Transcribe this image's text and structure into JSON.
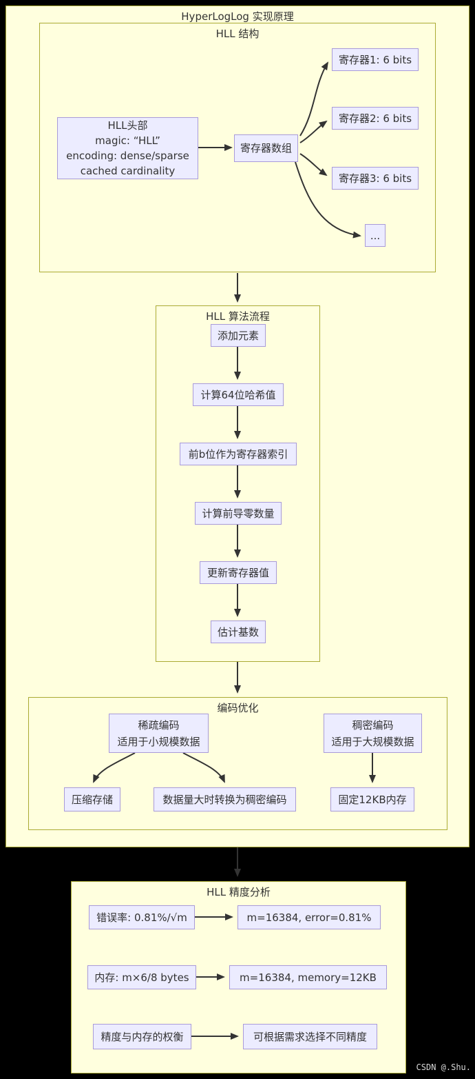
{
  "colors": {
    "background": "#000000",
    "cluster_fill": "#ffffde",
    "cluster_border": "#aaaa33",
    "node_fill": "#ececff",
    "node_border": "#a89ad9",
    "arrow": "#333333",
    "text": "#333333",
    "watermark_text_color": "#d8d8d8"
  },
  "watermark": "CSDN @.Shu.",
  "diagram": {
    "title": "HyperLogLog 实现原理",
    "structure": {
      "title": "HLL 结构",
      "header_node": {
        "lines": [
          "HLL头部",
          "magic: “HLL”",
          "encoding: dense/sparse",
          "cached cardinality"
        ]
      },
      "register_array": "寄存器数组",
      "registers": [
        "寄存器1: 6 bits",
        "寄存器2: 6 bits",
        "寄存器3: 6 bits",
        "..."
      ]
    },
    "algorithm": {
      "title": "HLL 算法流程",
      "steps": [
        "添加元素",
        "计算64位哈希值",
        "前b位作为寄存器索引",
        "计算前导零数量",
        "更新寄存器值",
        "估计基数"
      ]
    },
    "encoding": {
      "title": "编码优化",
      "sparse": {
        "lines": [
          "稀疏编码",
          "适用于小规模数据"
        ]
      },
      "dense": {
        "lines": [
          "稠密编码",
          "适用于大规模数据"
        ]
      },
      "sparse_children": [
        "压缩存储",
        "数据量大时转换为稠密编码"
      ],
      "dense_child": "固定12KB内存"
    },
    "precision": {
      "title": "HLL 精度分析",
      "rows": [
        {
          "left": "错误率: 0.81%/√m",
          "right": "m=16384, error=0.81%"
        },
        {
          "left": "内存: m×6/8 bytes",
          "right": "m=16384, memory=12KB"
        },
        {
          "left": "精度与内存的权衡",
          "right": "可根据需求选择不同精度"
        }
      ]
    }
  }
}
